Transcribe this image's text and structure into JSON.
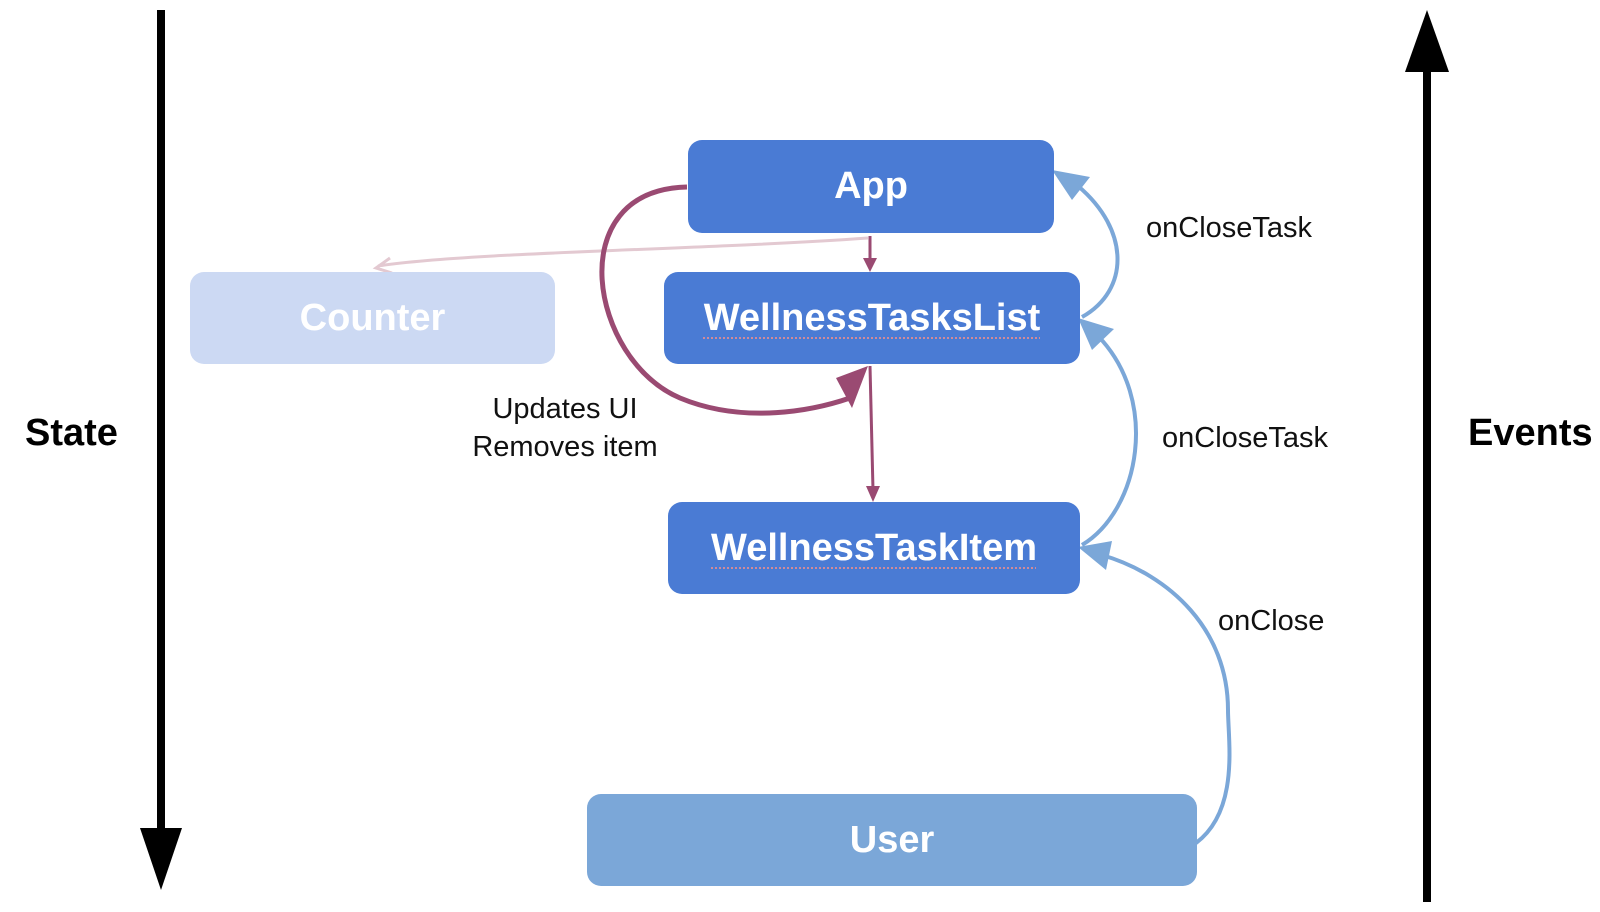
{
  "nodes": {
    "app": "App",
    "list": "WellnessTasksList",
    "counter": "Counter",
    "item": "WellnessTaskItem",
    "user": "User"
  },
  "edges": {
    "events_app": "onCloseTask",
    "events_list": "onCloseTask",
    "events_item": "onClose",
    "state_update_line1": "Updates UI",
    "state_update_line2": "Removes item"
  },
  "axes": {
    "left": "State",
    "right": "Events"
  },
  "colors": {
    "node_primary": "#4a7bd4",
    "node_faded": "#ccd9f3",
    "node_user": "#7ba7d8",
    "state_flow": "#9a4a72",
    "event_flow": "#7ba7d8",
    "faded_arrow": "#e3c9d1",
    "axis": "#000000"
  }
}
